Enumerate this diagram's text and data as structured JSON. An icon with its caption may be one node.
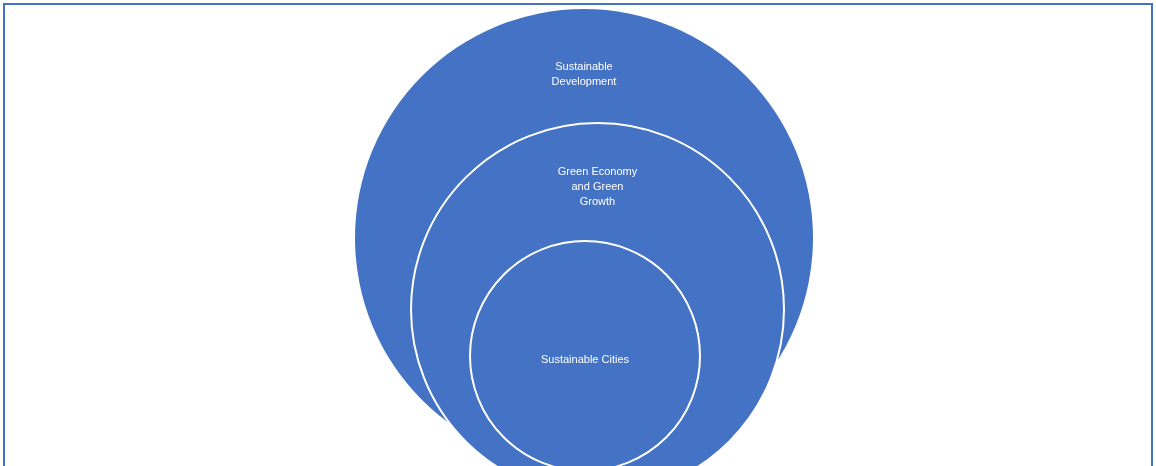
{
  "diagram": {
    "nodes": [
      {
        "text": [
          "Sustainable Development"
        ]
      },
      {
        "text": [
          "Green Economy and Green Growth"
        ],
        "in": 0
      },
      {
        "text": [
          "Sustainable Cities"
        ],
        "in": 1
      }
    ]
  }
}
